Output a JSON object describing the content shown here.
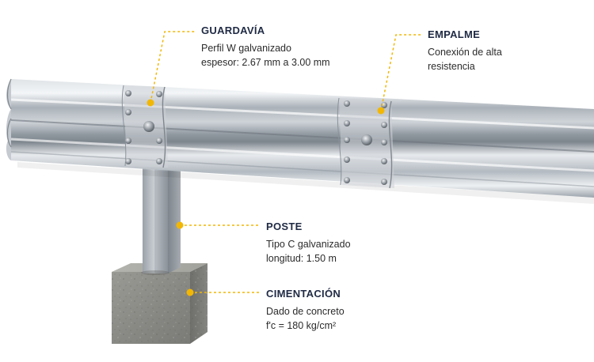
{
  "colors": {
    "accent": "#f2b705",
    "title": "#1f2a44",
    "text": "#2b2b2b",
    "steel": "#b9c0c7",
    "concrete": "#8a8a86"
  },
  "callouts": {
    "guardavia": {
      "title": "GUARDAVÍA",
      "line1": "Perfil W galvanizado",
      "line2": "espesor: 2.67 mm a 3.00 mm"
    },
    "empalme": {
      "title": "EMPALME",
      "line1": "Conexión de alta",
      "line2": "resistencia"
    },
    "poste": {
      "title": "POSTE",
      "line1": "Tipo C galvanizado",
      "line2": "longitud: 1.50 m"
    },
    "cimentacion": {
      "title": "CIMENTACIÓN",
      "line1": "Dado de concreto",
      "line2": "f'c = 180 kg/cm²"
    }
  }
}
